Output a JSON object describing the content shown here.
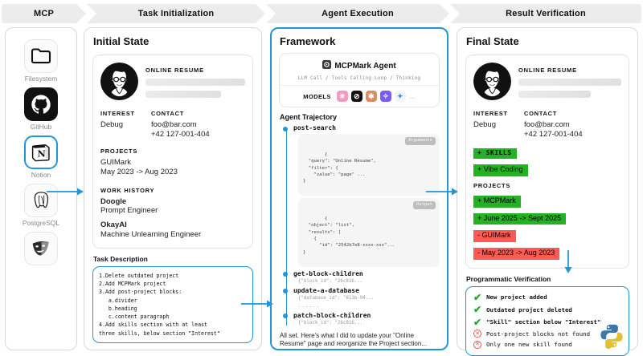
{
  "ribbon": {
    "stages": [
      {
        "label": "MCP"
      },
      {
        "label": "Task Initialization"
      },
      {
        "label": "Agent Execution"
      },
      {
        "label": "Result Verification"
      }
    ]
  },
  "mcp": {
    "servers": [
      {
        "label": "Filesystem",
        "icon": "folder-icon",
        "selected": false
      },
      {
        "label": "GitHub",
        "icon": "github-icon",
        "selected": false
      },
      {
        "label": "Notion",
        "icon": "notion-icon",
        "selected": true
      },
      {
        "label": "PostgreSQL",
        "icon": "postgresql-icon",
        "selected": false
      },
      {
        "label": "",
        "icon": "playwright-mask-icon",
        "selected": false
      }
    ]
  },
  "initial_state": {
    "title": "Initial State",
    "resume": {
      "page_title": "ONLINE RESUME",
      "interest_heading": "INTEREST",
      "interest_value": "Debug",
      "contact_heading": "CONTACT",
      "contact_email": "foo@bar.com",
      "contact_phone": "+42 127-001-404",
      "projects_heading": "PROJECTS",
      "project_name": "GUIMark",
      "project_dates": "May 2023 -> Aug 2023",
      "work_heading": "WORK HISTORY",
      "job1_company": "Doogle",
      "job1_role": "Prompt Engineer",
      "job2_company": "OkayAI",
      "job2_role": "Machine Unlearning Engineer"
    },
    "task_description_label": "Task Description",
    "task_description": "1.Delete outdated project\n2.Add MCPMark project\n3.Add post-project blocks:\n   a.divider\n   b.heading\n   c.content paragraph\n4.Add skills section with at least\nthree skills, below section \"Interest\""
  },
  "framework": {
    "title": "Framework",
    "agent_name": "MCPMark Agent",
    "agent_subtitle": "LLM Call / Tools Calling Loop / Thinking",
    "models_label": "MODELS",
    "models": [
      {
        "name": "gemini-icon",
        "color": "#f49ac1",
        "glyph": "✳"
      },
      {
        "name": "openai-icon",
        "color": "#111111",
        "glyph": "⊘"
      },
      {
        "name": "claude-icon",
        "color": "#e08a5f",
        "glyph": "✱"
      },
      {
        "name": "grok-icon",
        "color": "#7b5cf0",
        "glyph": "⌁"
      },
      {
        "name": "add-model-icon",
        "color": "#f2f6fb",
        "glyph": "✦"
      },
      {
        "name": "more-models-icon",
        "color": "",
        "glyph": "…"
      }
    ],
    "trajectory_label": "Agent Trajectory",
    "steps": [
      {
        "name": "post-search",
        "blocks": [
          {
            "tag": "Arguments",
            "code": "{\n  \"query\": \"Online Resume\",\n  \"filter\": {\n    \"value\": \"page\" ...\n}"
          },
          {
            "tag": "Output",
            "code": "{\n  \"object\": \"list\",\n  \"results\": [\n    {\n      \"id\": \"2542b7e8-xxxx-xxx\"...\n}"
          }
        ]
      },
      {
        "name": "get-block-children",
        "inline": "{\"block_id\": \"26c816..."
      },
      {
        "name": "update-a-database",
        "inline": "{\"database_id\": \"813b-94..."
      },
      {
        "name": "",
        "inline": "......"
      },
      {
        "name": "patch-block-children",
        "inline": "{\"block_id\": \"26c816..."
      }
    ],
    "summary": "All set. Here's what I did to update your \"Online Resume\" page and reorganize the Project section..."
  },
  "final_state": {
    "title": "Final State",
    "resume": {
      "page_title": "ONLINE RESUME",
      "interest_heading": "INTEREST",
      "interest_value": "Debug",
      "contact_heading": "CONTACT",
      "contact_email": "foo@bar.com",
      "contact_phone": "+42 127-001-404",
      "added_skills_heading": "+ SKILLS",
      "added_skill_item": "+ Vibe Coding",
      "projects_heading": "PROJECTS",
      "added_project_name": "+ MCPMark",
      "added_project_dates": "+ June 2025 -> Sept 2025",
      "removed_project_name": "-  GUIMark",
      "removed_project_dates": "-  May 2023 -> Aug 2023"
    },
    "verification_label": "Programmatic Verification",
    "verification": [
      {
        "status": "pass",
        "text": "New project added"
      },
      {
        "status": "pass",
        "text": "Outdated project deleted"
      },
      {
        "status": "pass",
        "text": "\"Skill\" section below \"Interest\""
      },
      {
        "status": "fail",
        "text": "Post-project blocks not found"
      },
      {
        "status": "fail",
        "text": "Only one new skill found"
      }
    ],
    "language_icon": "python-logo-icon"
  },
  "colors": {
    "accent": "#2196d9",
    "added": "#22b222",
    "removed": "#fc5b52",
    "check": "#1faa1f",
    "cross": "#e0584f"
  }
}
